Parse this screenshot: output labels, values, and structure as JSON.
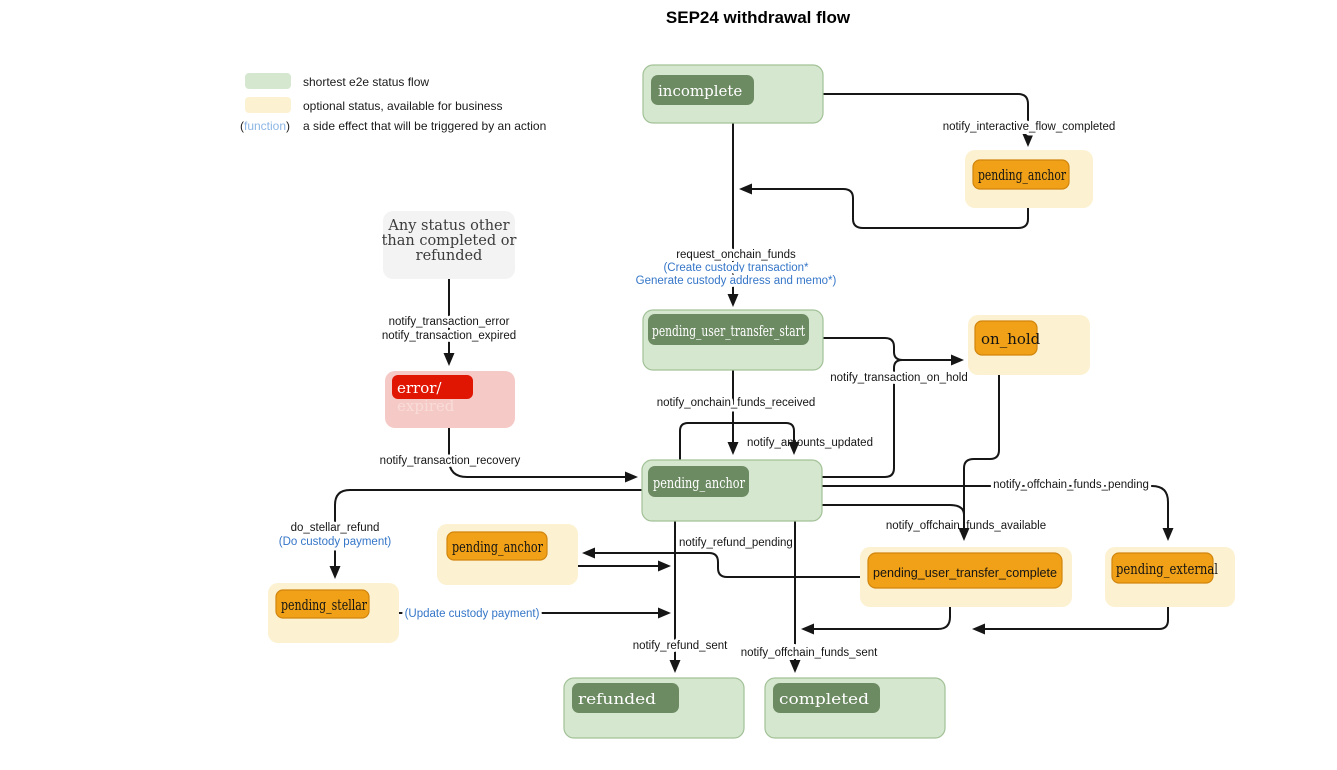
{
  "title": "SEP24 withdrawal flow",
  "legend": {
    "shortest_label": "shortest e2e status flow",
    "optional_label": "optional status, available for business",
    "function_open": "(",
    "function_word": "function",
    "function_close": ")",
    "function_desc": "a side effect that will be triggered by an action"
  },
  "nodes": {
    "incomplete": "incomplete",
    "pending_anchor_top": "pending_anchor",
    "any_status_line1": "Any status other",
    "any_status_line2": "than completed or",
    "any_status_line3": "refunded",
    "error_line1": "error/",
    "error_line2": "expired",
    "pending_user_transfer_start": "pending_user_transfer_start",
    "on_hold": "on_hold",
    "pending_anchor_center": "pending_anchor",
    "pending_anchor_left": "pending_anchor",
    "pending_stellar": "pending_stellar",
    "pending_user_transfer_complete": "pending_user_transfer_complete",
    "pending_external": "pending_external",
    "refunded": "refunded",
    "completed": "completed"
  },
  "edge_labels": {
    "notify_interactive_flow_completed": "notify_interactive_flow_completed",
    "request_onchain_funds": "request_onchain_funds",
    "create_custody_transaction": "(Create custody transaction*",
    "generate_custody_address": "Generate custody address and memo*)",
    "notify_transaction_error": "notify_transaction_error",
    "notify_transaction_expired": "notify_transaction_expired",
    "notify_transaction_recovery": "notify_transaction_recovery",
    "notify_onchain_funds_received": "notify_onchain_funds_received",
    "notify_amounts_updated": "notify_amounts_updated",
    "notify_transaction_on_hold": "notify_transaction_on_hold",
    "notify_offchain_funds_pending": "notify_offchain_funds_pending",
    "notify_offchain_funds_available": "notify_offchain_funds_available",
    "notify_refund_pending": "notify_refund_pending",
    "notify_refund_sent": "notify_refund_sent",
    "notify_offchain_funds_sent": "notify_offchain_funds_sent",
    "do_stellar_refund": "do_stellar_refund",
    "do_custody_payment": "(Do custody payment)",
    "update_custody_payment": "(Update custody payment)"
  },
  "colors": {
    "green_fill": "#D6E7D0",
    "green_stroke": "#A2C297",
    "green_label": "#6D8B63",
    "yellow_fill": "#FCF1D1",
    "orange_label": "#F0A117",
    "orange_stroke": "#D1850D",
    "pink_fill": "#F5C9C5",
    "red_label": "#E01502",
    "gray_fill": "#F3F3F3",
    "blue_action": "#3576C8",
    "blue_function": "#8CB6E4",
    "expired_text": "#F8DCD8",
    "line": "#161616"
  }
}
